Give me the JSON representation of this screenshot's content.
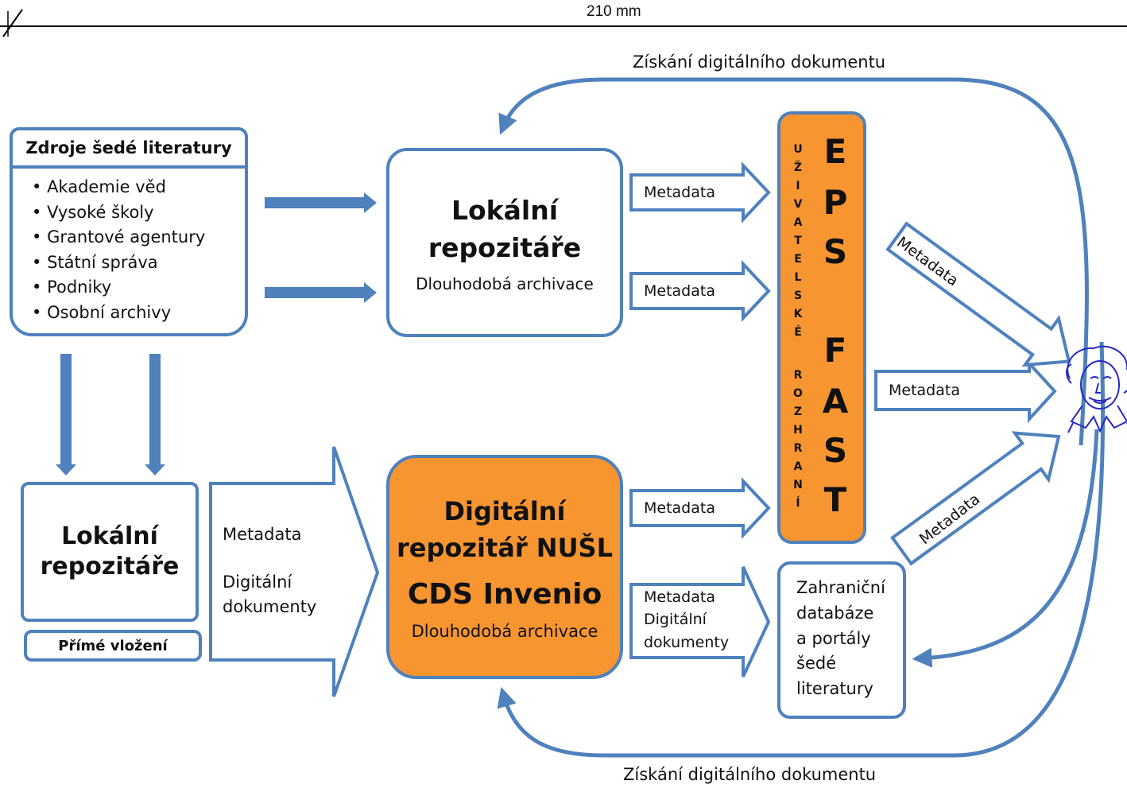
{
  "page": {
    "ruler_label": "210 mm"
  },
  "captions": {
    "top": "Získání digitálního dokumentu",
    "bottom": "Získání digitálního dokumentu"
  },
  "sources": {
    "title": "Zdroje šedé literatury",
    "items": [
      "Akademie věd",
      "Vysoké školy",
      "Grantové agentury",
      "Státní správa",
      "Podniky",
      "Osobní archivy"
    ]
  },
  "local_repo_top": {
    "title_line1": "Lokální",
    "title_line2": "repozitáře",
    "subtitle": "Dlouhodobá archivace"
  },
  "local_repo_bottom": {
    "title_line1": "Lokální",
    "title_line2": "repozitáře",
    "direct_insert": "Přímé vložení"
  },
  "big_arrow": {
    "line1": "Metadata",
    "line2": "Digitální",
    "line3": "dokumenty"
  },
  "nusl": {
    "title_line1": "Digitální",
    "title_line2": "repozitář NUŠL",
    "system": "CDS Invenio",
    "subtitle": "Dlouhodobá archivace"
  },
  "arrows": {
    "top1": "Metadata",
    "top2": "Metadata",
    "mid": "Metadata",
    "bottom_line1": "Metadata",
    "bottom_line2": "Digitální",
    "bottom_line3": "dokumenty",
    "diag_top": "Metadata",
    "right_mid": "Metadata",
    "diag_bottom": "Metadata"
  },
  "eps": {
    "vertical_text": [
      "U",
      "Ž",
      "I",
      "V",
      "A",
      "T",
      "E",
      "L",
      "S",
      "K",
      "É",
      "",
      "R",
      "O",
      "Z",
      "H",
      "R",
      "A",
      "N",
      "Í"
    ],
    "letters": [
      "E",
      "P",
      "S",
      "F",
      "A",
      "S",
      "T"
    ]
  },
  "foreign": {
    "lines": [
      "Zahraniční",
      "databáze",
      "a portály",
      "šedé",
      "literatury"
    ]
  },
  "colors": {
    "accent_blue": "#4f81bd",
    "orange": "#f79531"
  },
  "icons": {
    "user": "einstein-portrait-icon"
  }
}
